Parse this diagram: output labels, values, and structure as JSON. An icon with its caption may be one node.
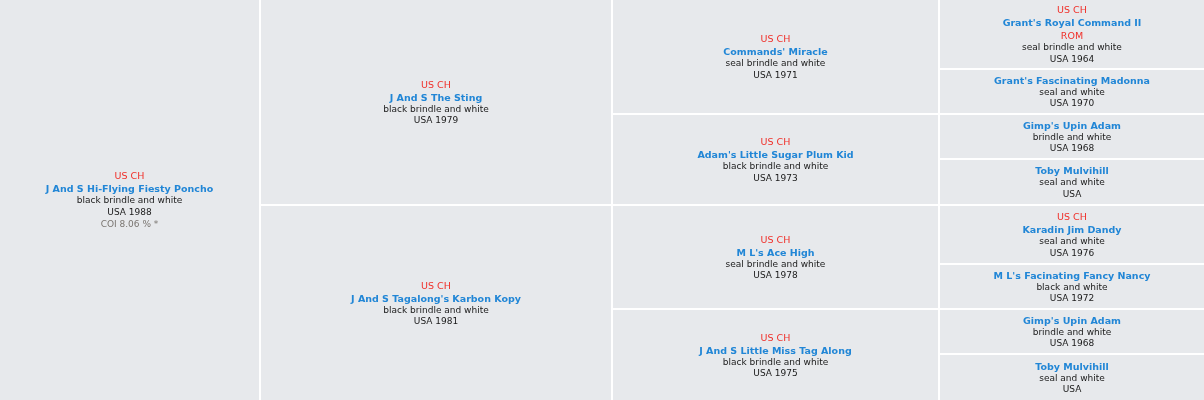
{
  "diagram": {
    "nodes": [
      {
        "text": [
          "US CH",
          "J And S Hi-Flying Fiesty Poncho",
          "black brindle and white",
          "USA 1988",
          "COI 8.06 % *"
        ]
      },
      {
        "text": [
          "US CH",
          "J And S The Sting",
          "black brindle and white",
          "USA 1979"
        ]
      },
      {
        "text": [
          "US CH",
          "J And S Tagalong's Karbon Kopy",
          "black brindle and white",
          "USA 1981"
        ]
      },
      {
        "text": [
          "US CH",
          "Commands' Miracle",
          "seal brindle and white",
          "USA 1971"
        ]
      },
      {
        "text": [
          "US CH",
          "Adam's Little Sugar Plum Kid",
          "black brindle and white",
          "USA 1973"
        ]
      },
      {
        "text": [
          "US CH",
          "M L's Ace High",
          "seal brindle and white",
          "USA 1978"
        ]
      },
      {
        "text": [
          "US CH",
          "J And S Little Miss Tag Along",
          "black brindle and white",
          "USA 1975"
        ]
      },
      {
        "text": [
          "US CH",
          "Grant's Royal Command II",
          "ROM",
          "seal brindle and white",
          "USA 1964"
        ]
      },
      {
        "text": [
          "Grant's Fascinating Madonna",
          "seal and white",
          "USA 1970"
        ]
      },
      {
        "text": [
          "Gimp's Upin Adam",
          "brindle and white",
          "USA 1968"
        ]
      },
      {
        "text": [
          "Toby Mulvihill",
          "seal and white",
          "USA"
        ]
      },
      {
        "text": [
          "US CH",
          "Karadin Jim Dandy",
          "seal and white",
          "USA 1976"
        ]
      },
      {
        "text": [
          "M L's Facinating Fancy Nancy",
          "black and white",
          "USA 1972"
        ]
      },
      {
        "text": [
          "Gimp's Upin Adam",
          "brindle and white",
          "USA 1968"
        ]
      },
      {
        "text": [
          "Toby Mulvihill",
          "seal and white",
          "USA"
        ]
      }
    ]
  }
}
